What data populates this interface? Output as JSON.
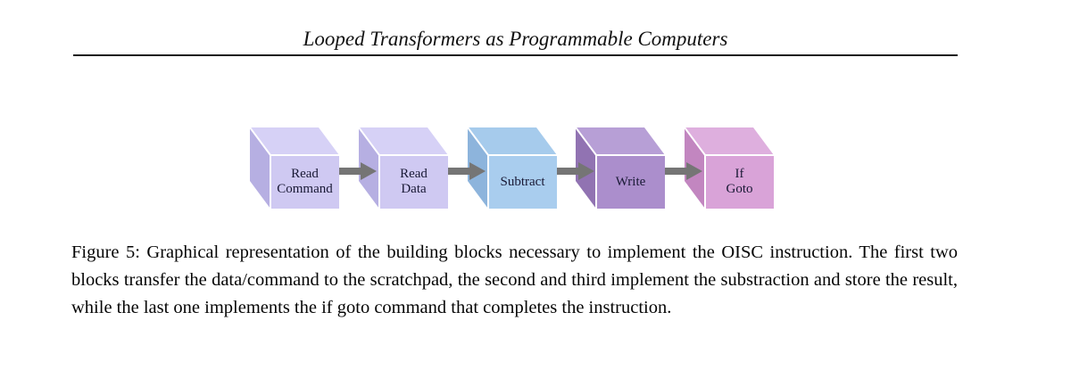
{
  "header": {
    "title": "Looped Transformers as Programmable Computers"
  },
  "diagram": {
    "arrow_color": "#757575",
    "arrow_icon": "right-arrow",
    "blocks": [
      {
        "label": "Read\nCommand",
        "colors": {
          "top": "#d6d1f6",
          "side": "#b6afe2",
          "front": "#cfc9f2"
        }
      },
      {
        "label": "Read\nData",
        "colors": {
          "top": "#d6d1f6",
          "side": "#b6afe2",
          "front": "#cfc9f2"
        }
      },
      {
        "label": "Subtract",
        "colors": {
          "top": "#a6cbec",
          "side": "#8db4dc",
          "front": "#a9cdee"
        }
      },
      {
        "label": "Write",
        "colors": {
          "top": "#b79fd6",
          "side": "#9173b2",
          "front": "#ab8ecc"
        }
      },
      {
        "label": "If\nGoto",
        "colors": {
          "top": "#deafde",
          "side": "#c286c0",
          "front": "#d9a3d8"
        }
      }
    ]
  },
  "caption": {
    "text": "Figure 5: Graphical representation of the building blocks necessary to implement the OISC instruction. The first two blocks transfer the data/command to the scratchpad, the second and third implement the substraction and store the result, while the last one implements the if goto command that completes the instruction."
  }
}
